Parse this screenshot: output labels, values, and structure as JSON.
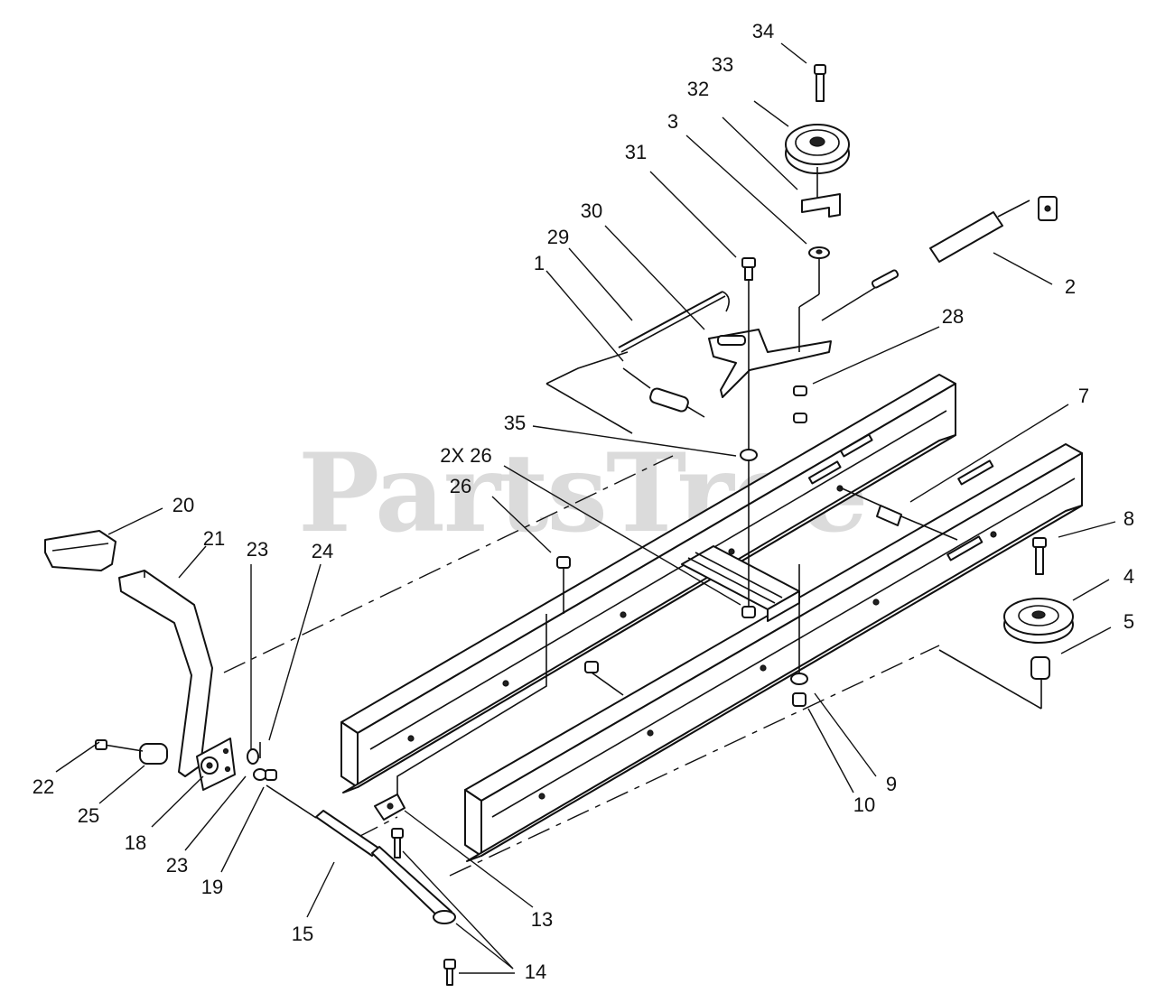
{
  "watermark": {
    "text": "PartsTree"
  },
  "callouts": [
    {
      "id": "1",
      "text": "1"
    },
    {
      "id": "2",
      "text": "2"
    },
    {
      "id": "3",
      "text": "3"
    },
    {
      "id": "4",
      "text": "4"
    },
    {
      "id": "5",
      "text": "5"
    },
    {
      "id": "7",
      "text": "7"
    },
    {
      "id": "8",
      "text": "8"
    },
    {
      "id": "9",
      "text": "9"
    },
    {
      "id": "10",
      "text": "10"
    },
    {
      "id": "13",
      "text": "13"
    },
    {
      "id": "14",
      "text": "14"
    },
    {
      "id": "15",
      "text": "15"
    },
    {
      "id": "18",
      "text": "18"
    },
    {
      "id": "19",
      "text": "19"
    },
    {
      "id": "20",
      "text": "20"
    },
    {
      "id": "21",
      "text": "21"
    },
    {
      "id": "22",
      "text": "22"
    },
    {
      "id": "23a",
      "text": "23"
    },
    {
      "id": "23b",
      "text": "23"
    },
    {
      "id": "24",
      "text": "24"
    },
    {
      "id": "25",
      "text": "25"
    },
    {
      "id": "26a",
      "text": "2X 26"
    },
    {
      "id": "26b",
      "text": "26"
    },
    {
      "id": "28",
      "text": "28"
    },
    {
      "id": "29",
      "text": "29"
    },
    {
      "id": "30",
      "text": "30"
    },
    {
      "id": "31",
      "text": "31"
    },
    {
      "id": "32",
      "text": "32"
    },
    {
      "id": "33",
      "text": "33"
    },
    {
      "id": "34",
      "text": "34"
    },
    {
      "id": "35",
      "text": "35"
    }
  ]
}
